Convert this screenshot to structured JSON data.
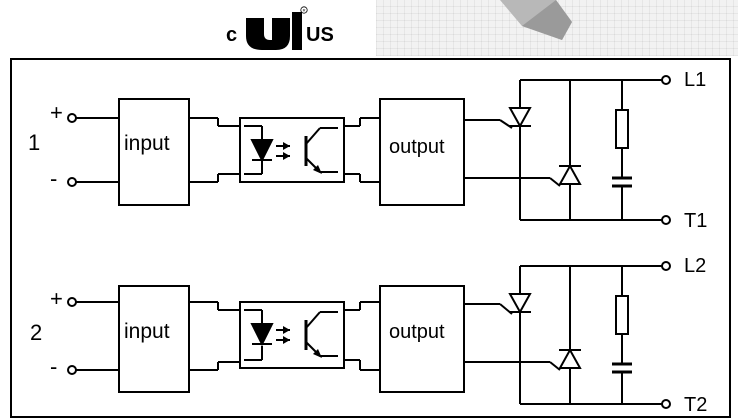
{
  "certification": {
    "left": "c",
    "right": "US",
    "mark": "UL"
  },
  "channels": [
    {
      "number": "1",
      "input_plus": "+",
      "input_minus": "-",
      "input_block": "input",
      "output_block": "output",
      "terminal_line": "L1",
      "terminal_load": "T1"
    },
    {
      "number": "2",
      "input_plus": "+",
      "input_minus": "-",
      "input_block": "input",
      "output_block": "output",
      "terminal_line": "L2",
      "terminal_load": "T2"
    }
  ],
  "colors": {
    "line": "#000000",
    "background": "#ffffff"
  }
}
